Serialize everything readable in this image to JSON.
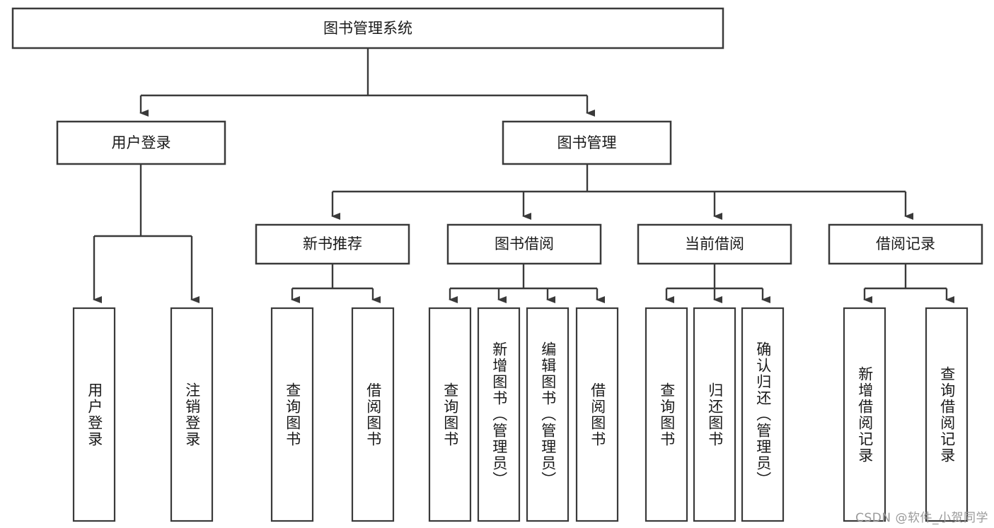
{
  "diagram": {
    "kind": "tree-hierarchy-chart",
    "root": {
      "id": "root",
      "label": "图书管理系统"
    },
    "level2": [
      {
        "id": "user-login",
        "label": "用户登录"
      },
      {
        "id": "book-manage",
        "label": "图书管理"
      }
    ],
    "level3": [
      {
        "id": "new-book-recommend",
        "label": "新书推荐"
      },
      {
        "id": "book-borrow",
        "label": "图书借阅"
      },
      {
        "id": "current-borrow",
        "label": "当前借阅"
      },
      {
        "id": "borrow-record",
        "label": "借阅记录"
      }
    ],
    "leaves": [
      {
        "id": "leaf-user-login",
        "parent": "user-login",
        "label": "用户登录"
      },
      {
        "id": "leaf-user-logout",
        "parent": "user-login",
        "label": "注销登录"
      },
      {
        "id": "leaf-query-book-1",
        "parent": "new-book-recommend",
        "label": "查询图书"
      },
      {
        "id": "leaf-borrow-book-1",
        "parent": "new-book-recommend",
        "label": "借阅图书"
      },
      {
        "id": "leaf-query-book-2",
        "parent": "book-borrow",
        "label": "查询图书"
      },
      {
        "id": "leaf-add-book",
        "parent": "book-borrow",
        "label": "新增图书（管理员）"
      },
      {
        "id": "leaf-edit-book",
        "parent": "book-borrow",
        "label": "编辑图书（管理员）"
      },
      {
        "id": "leaf-borrow-book-2",
        "parent": "book-borrow",
        "label": "借阅图书"
      },
      {
        "id": "leaf-query-book-3",
        "parent": "current-borrow",
        "label": "查询图书"
      },
      {
        "id": "leaf-return-book",
        "parent": "current-borrow",
        "label": "归还图书"
      },
      {
        "id": "leaf-confirm-return",
        "parent": "current-borrow",
        "label": "确认归还（管理员）"
      },
      {
        "id": "leaf-add-record",
        "parent": "borrow-record",
        "label": "新增借阅记录"
      },
      {
        "id": "leaf-query-record",
        "parent": "borrow-record",
        "label": "查询借阅记录"
      }
    ]
  },
  "watermark": {
    "text": "CSDN @软件_小贺同学"
  },
  "colors": {
    "stroke": "#3a3a3a",
    "fill": "#ffffff",
    "text": "#1a1a1a",
    "watermark": "#9a9a9a"
  }
}
